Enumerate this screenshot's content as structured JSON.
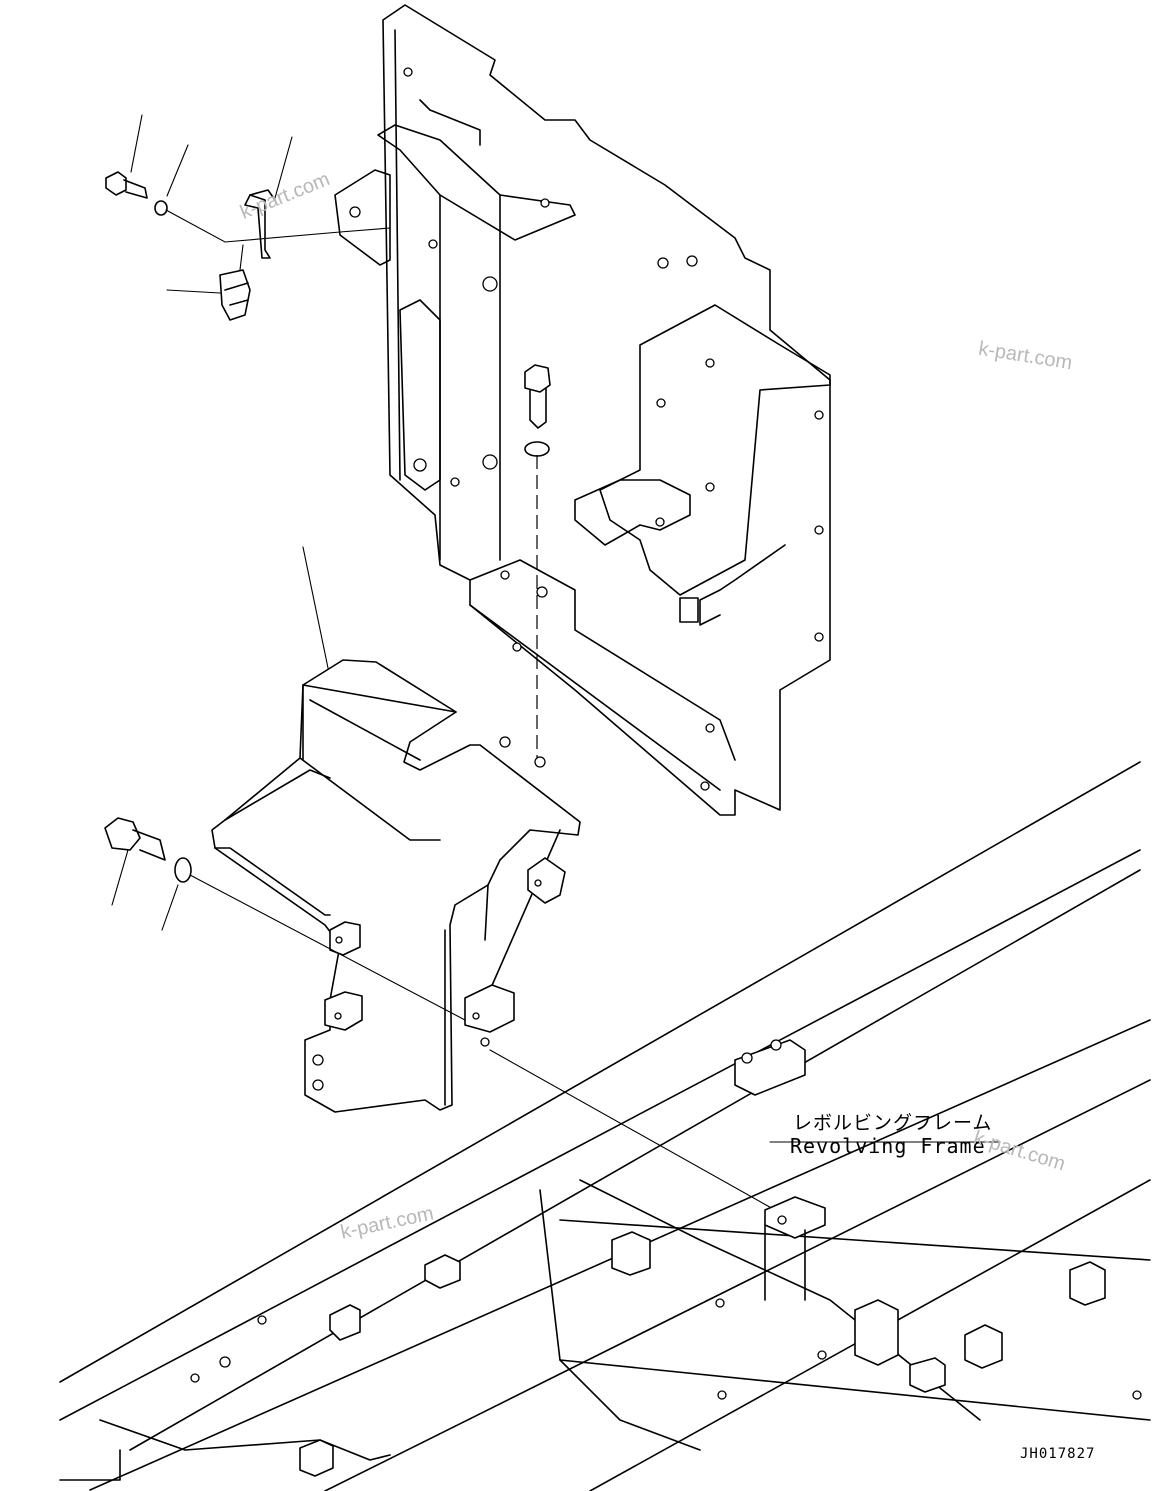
{
  "frame_label": {
    "japanese": "レボルビングフレーム",
    "english": "Revolving Frame"
  },
  "drawing_id": "JH017827",
  "watermark": "k-part.com"
}
